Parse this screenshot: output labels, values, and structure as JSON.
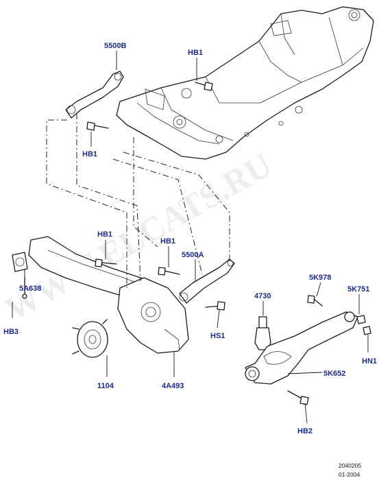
{
  "callouts": {
    "c5500B": "5500B",
    "hb1_top": "HB1",
    "hb1_left": "HB1",
    "hb1_mid": "HB1",
    "hb1_mid2": "HB1",
    "c5500A": "5500A",
    "c5A638": "5A638",
    "hb3": "HB3",
    "c4730": "4730",
    "c5K978": "5K978",
    "c5K751": "5K751",
    "hs1": "HS1",
    "c1104": "1104",
    "c4A493": "4A493",
    "c5K652": "5K652",
    "hn1": "HN1",
    "hb2": "HB2"
  },
  "footer": {
    "code": "2040205",
    "date": "01-2004"
  },
  "watermark": "WWW.ELCATS.RU"
}
